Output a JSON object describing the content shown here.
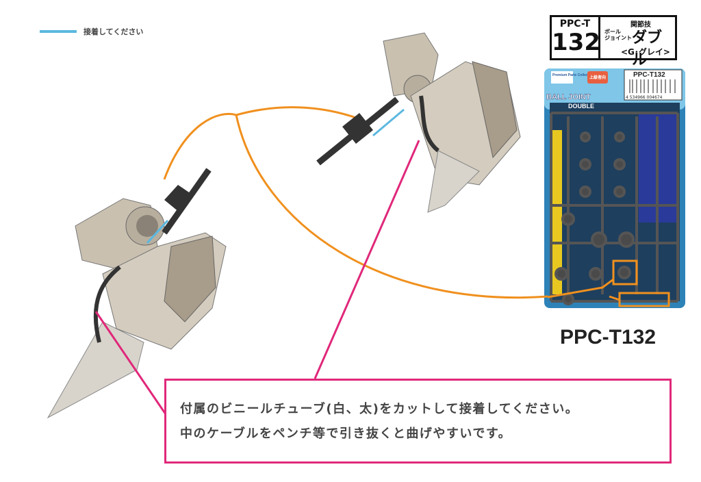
{
  "legend": {
    "label": "接着してください",
    "color": "#5bb8e0"
  },
  "badge": {
    "series": "PPC-T",
    "number": "132",
    "category": "関節技",
    "prefix": "ボール\nジョイント",
    "name": "ダブル",
    "color": "<G･グレイ>"
  },
  "package": {
    "brand": "Premium Parts Collection",
    "level": "上級者向",
    "code": "PPC-T132",
    "name_line1": "BALL JOINT",
    "name_line2": "DOUBLE",
    "barcode": "4 534966 004674"
  },
  "product_code": "PPC-T132",
  "note": {
    "line1": "付属のビニールチューブ(白、太)をカットして接着してください。",
    "line2": "中のケーブルをペンチ等で引き抜くと曲げやすいです。"
  },
  "colors": {
    "callout": "#e0287a",
    "highlight": "#f0901e",
    "glue": "#5bb8e0"
  }
}
